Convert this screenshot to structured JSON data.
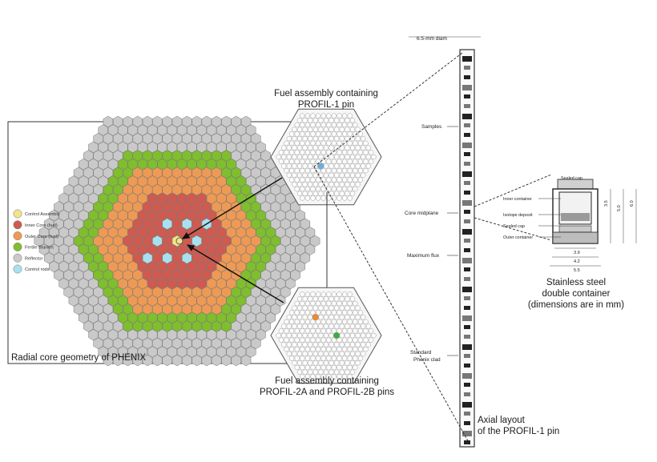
{
  "core_panel": {
    "title": "Radial core geometry of PHENIX",
    "legend": [
      {
        "label": "Control Assembly",
        "color": "#f3e38a"
      },
      {
        "label": "Inner Core (fuel)",
        "color": "#cf5a50"
      },
      {
        "label": "Outer Core (fuel)",
        "color": "#ee9a54"
      },
      {
        "label": "Fertile Blanket",
        "color": "#7fbe2d"
      },
      {
        "label": "Reflector",
        "color": "#c9c9c9"
      },
      {
        "label": "Control rods",
        "color": "#a9e0ee"
      }
    ]
  },
  "fuel_assembly_1": {
    "caption_line1": "Fuel assembly containing",
    "caption_line2": "PROFIL-1 pin",
    "pin_color": "#6ab0dd"
  },
  "fuel_assembly_2": {
    "caption_line1": "Fuel assembly containing",
    "caption_line2": "PROFIL-2A and PROFIL-2B pins",
    "pin_a_color": "#ee8a2c",
    "pin_b_color": "#3cae3c"
  },
  "axial_layout": {
    "diameter_label": "6.5-mm diam",
    "labels": [
      "Samples",
      "Core midplane",
      "Maximum flux",
      "Standard Phenix clad"
    ],
    "caption_line1": "Axial layout",
    "caption_line2": "of the PROFIL-1 pin"
  },
  "container": {
    "part_labels": [
      "Sealed cap",
      "Inner container",
      "Isotope deposit",
      "Sealed cap",
      "Outer container"
    ],
    "dimensions": [
      "3.5",
      "5.0",
      "6.0",
      "3.9",
      "4.2",
      "5.5"
    ],
    "caption_line1": "Stainless steel",
    "caption_line2": "double container",
    "caption_line3": "(dimensions are in mm)"
  }
}
